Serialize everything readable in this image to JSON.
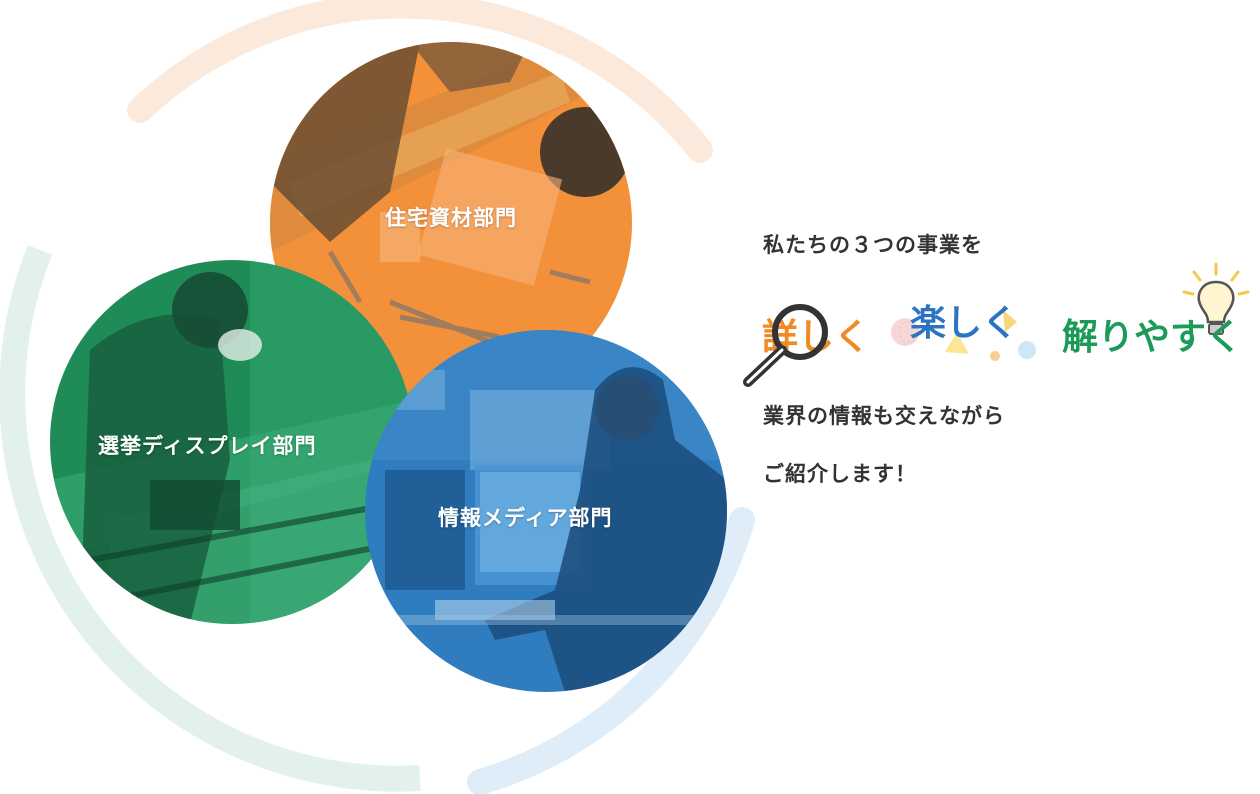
{
  "sections": [
    {
      "name": "housing-materials",
      "label": "住宅資材部門",
      "color": "#f4892f"
    },
    {
      "name": "election-display",
      "label": "選挙ディスプレイ部門",
      "color": "#1e8f59"
    },
    {
      "name": "information-media",
      "label": "情報メディア部門",
      "color": "#2f7bbf"
    }
  ],
  "intro": {
    "line": "私たちの３つの事業を",
    "keywords": [
      {
        "text": "詳しく",
        "color": "#ef8a25",
        "icon": "magnifier-icon"
      },
      {
        "text": "楽しく",
        "color": "#2c74c1",
        "icon": "confetti-icon"
      },
      {
        "text": "解りやすく",
        "color": "#1c9a58",
        "icon": "light-bulb-icon"
      }
    ],
    "desc_line1": "業界の情報も交えながら",
    "desc_line2": "ご紹介します！"
  },
  "decor": {
    "arc_colors": [
      "#fbeadb",
      "#e2f2ea",
      "#deedf7"
    ]
  }
}
